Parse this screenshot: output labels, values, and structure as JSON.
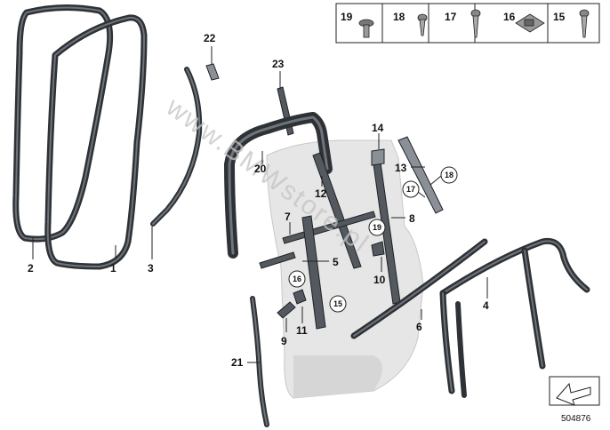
{
  "watermark": "www.BMWstore.pl",
  "document_number": "504876",
  "hardware_legend": {
    "items": [
      {
        "number": "19",
        "icon": "flat-head-screw-icon"
      },
      {
        "number": "18",
        "icon": "pan-head-screw-icon"
      },
      {
        "number": "17",
        "icon": "self-tapping-screw-icon"
      },
      {
        "number": "16",
        "icon": "clip-nut-icon"
      },
      {
        "number": "15",
        "icon": "self-tapping-screw-icon"
      }
    ]
  },
  "callouts": {
    "p1": "1",
    "p2": "2",
    "p3": "3",
    "p4": "4",
    "p5": "5",
    "p6": "6",
    "p7": "7",
    "p8": "8",
    "p9": "9",
    "p10": "10",
    "p11": "11",
    "p12": "12",
    "p13": "13",
    "p14": "14",
    "p20": "20",
    "p21": "21",
    "p22": "22",
    "p23": "23"
  },
  "circled_callouts": {
    "c15": "15",
    "c16": "16",
    "c17": "17",
    "c18": "18",
    "c19": "19"
  },
  "direction_icon": "arrow-direction-icon"
}
